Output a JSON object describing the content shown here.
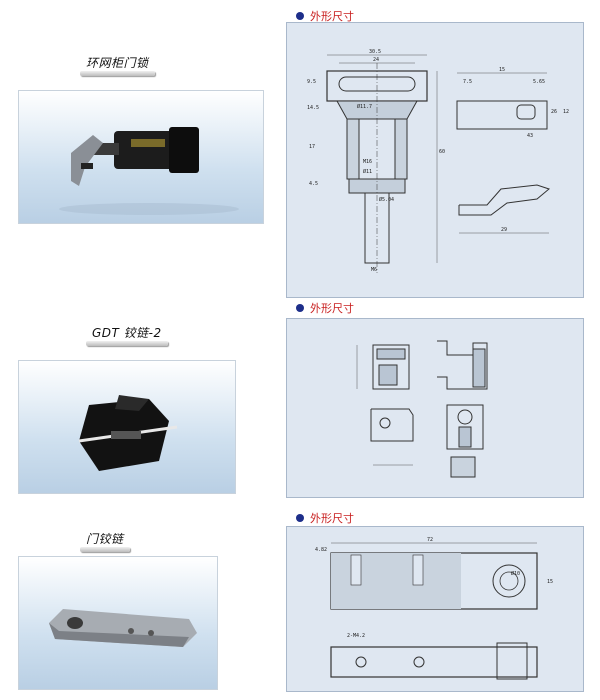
{
  "products": [
    {
      "label": "环网柜门锁",
      "heading": "外形尺寸"
    },
    {
      "label": "GDT 铰链-2",
      "heading": "外形尺寸"
    },
    {
      "label": "门铰链",
      "heading": "外形尺寸"
    }
  ],
  "dims1": {
    "w1": "30.5",
    "w2": "24",
    "h1": "9.5",
    "h2": "14.5",
    "h3": "17",
    "h4": "4.5",
    "d1": "Ø11.7",
    "d2": "M16",
    "d3": "Ø11",
    "d4": "Ø5.04",
    "h5": "60",
    "m6": "M6",
    "r1": "15",
    "r2": "7.5",
    "r3": "5.65",
    "r4": "26",
    "r5": "12",
    "r6": "43",
    "r7": "29"
  },
  "dims3": {
    "total": "72",
    "hole": "Ø10",
    "thick": "4.82",
    "side": "15",
    "m": "2-M4.2"
  }
}
